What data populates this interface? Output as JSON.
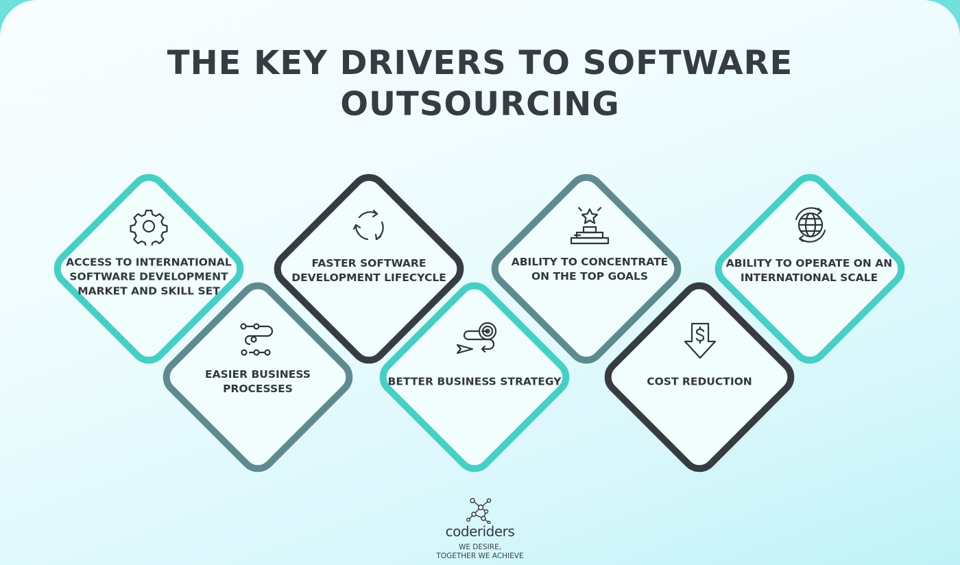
{
  "title": "THE KEY DRIVERS TO SOFTWARE OUTSOURCING",
  "colors": {
    "teal": "#47cfc6",
    "slate": "#5f8b90",
    "dark": "#373c42",
    "text": "#363c41"
  },
  "drivers": [
    {
      "label": "ACCESS TO INTERNATIONAL SOFTWARE DEVELOPMENT MARKET AND SKILL SET",
      "icon": "gear-icon",
      "border": "teal"
    },
    {
      "label": "EASIER BUSINESS PROCESSES",
      "icon": "process-flow-icon",
      "border": "slate"
    },
    {
      "label": "FASTER SOFTWARE DEVELOPMENT LIFECYCLE",
      "icon": "cycle-arrows-icon",
      "border": "dark"
    },
    {
      "label": "BETTER BUSINESS STRATEGY",
      "icon": "target-strategy-icon",
      "border": "teal"
    },
    {
      "label": "ABILITY TO CONCENTRATE ON THE TOP GOALS",
      "icon": "star-podium-icon",
      "border": "slate"
    },
    {
      "label": "COST REDUCTION",
      "icon": "dollar-down-arrow-icon",
      "border": "dark"
    },
    {
      "label": "ABILITY TO OPERATE ON AN INTERNATIONAL SCALE",
      "icon": "globe-arrows-icon",
      "border": "teal"
    }
  ],
  "brand": {
    "name": "coderiders",
    "tagline_line1": "WE DESIRE,",
    "tagline_line2": "TOGETHER WE ACHIEVE",
    "icon": "network-nodes-logo-icon"
  }
}
